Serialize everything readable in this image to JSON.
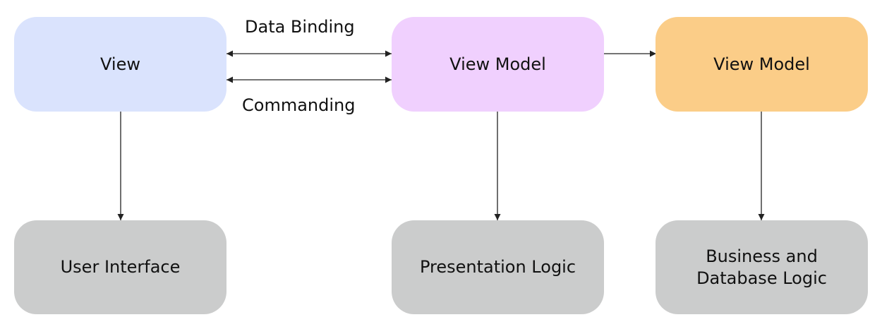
{
  "diagram": {
    "nodes": {
      "view": {
        "label": "View",
        "color": "#dae3fd"
      },
      "view_model": {
        "label": "View Model",
        "color": "#f0d0fe"
      },
      "model": {
        "label": "View Model",
        "color": "#fbcd88"
      },
      "user_interface": {
        "label": "User Interface",
        "color": "#cbcccc"
      },
      "presentation_logic": {
        "label": "Presentation Logic",
        "color": "#cbcccc"
      },
      "business_logic": {
        "label": "Business and\nDatabase Logic",
        "color": "#cbcccc"
      }
    },
    "edge_labels": {
      "data_binding": "Data Binding",
      "commanding": "Commanding"
    },
    "edges": [
      {
        "from": "view",
        "to": "view_model",
        "label": "Data Binding",
        "direction": "both"
      },
      {
        "from": "view",
        "to": "view_model",
        "label": "Commanding",
        "direction": "both"
      },
      {
        "from": "view_model",
        "to": "model",
        "direction": "forward"
      },
      {
        "from": "view",
        "to": "user_interface",
        "direction": "forward"
      },
      {
        "from": "view_model",
        "to": "presentation_logic",
        "direction": "forward"
      },
      {
        "from": "model",
        "to": "business_logic",
        "direction": "forward"
      }
    ],
    "line_color": "#222222"
  }
}
